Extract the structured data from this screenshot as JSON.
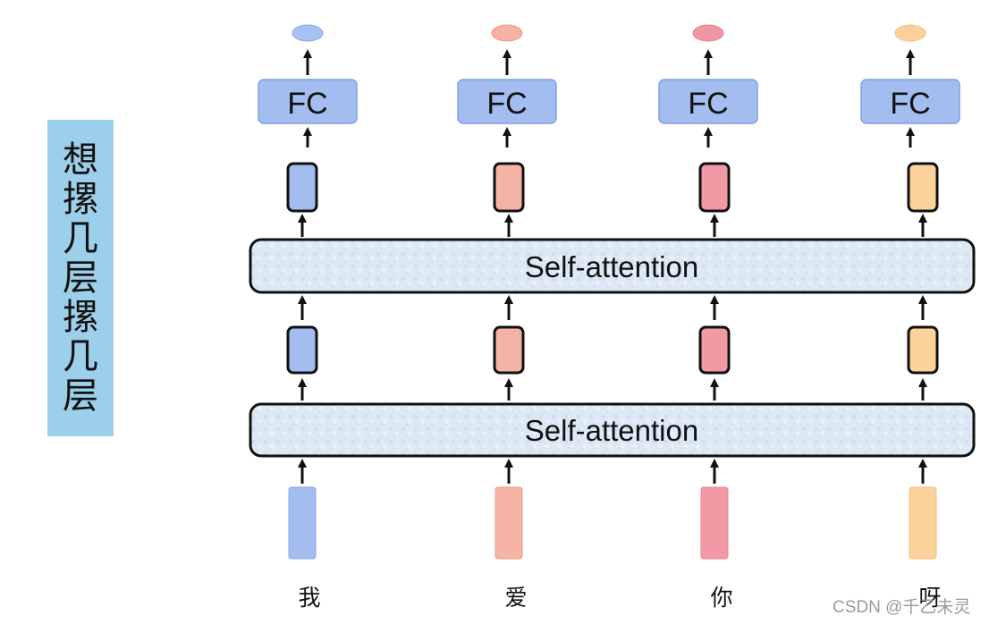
{
  "side_label": {
    "chars": [
      "想",
      "摞",
      "几",
      "层",
      "摞",
      "几",
      "层"
    ]
  },
  "layers": {
    "self_attention_label": "Self-attention",
    "fc_label": "FC"
  },
  "tokens": [
    {
      "text": "我",
      "color": "#a4bdf0",
      "dark": "#8aa7e8",
      "out": "#a9c1f2"
    },
    {
      "text": "爱",
      "color": "#f5b3a6",
      "dark": "#f09a8a",
      "out": "#f6b0a4"
    },
    {
      "text": "你",
      "color": "#f19aa6",
      "dark": "#ea8392",
      "out": "#ee96a2"
    },
    {
      "text": "呀",
      "color": "#fbd29c",
      "dark": "#f7bf7a",
      "out": "#fbd09b"
    }
  ],
  "colors": {
    "fc_fill": "#a3bdf1",
    "sa_fill": "#dde9f5",
    "stroke": "#111111"
  },
  "watermark": "CSDN @千乙未灵"
}
